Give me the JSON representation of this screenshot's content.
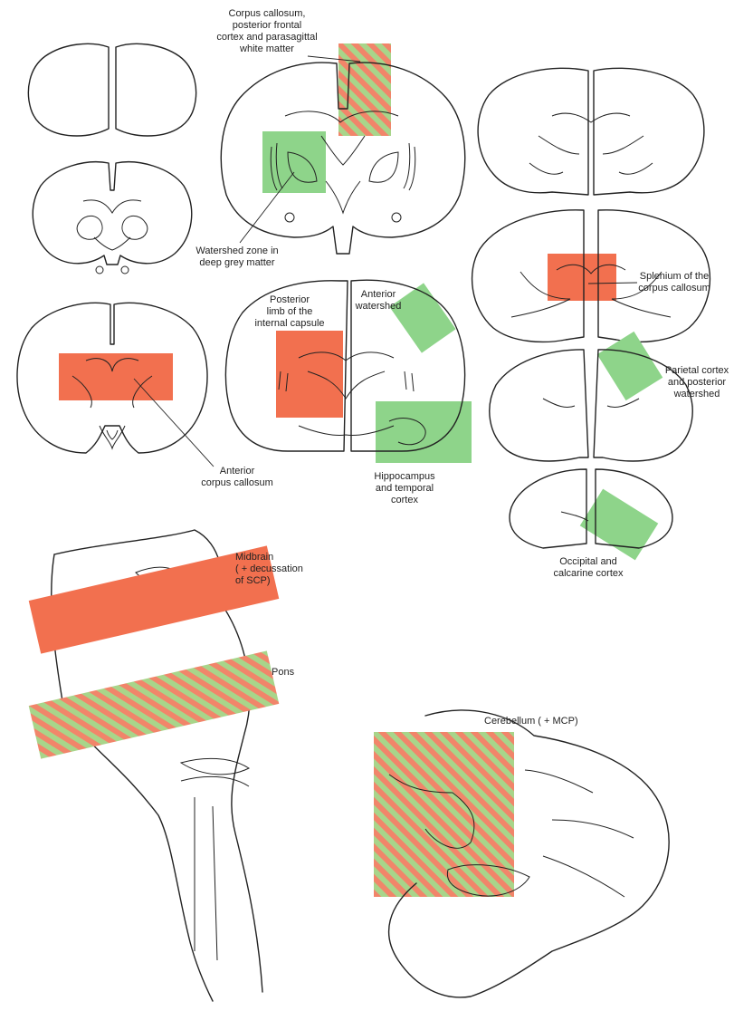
{
  "colors": {
    "red": "#f2704f",
    "green": "#8ed48a",
    "hatch_red": "#f1856a",
    "hatch_green": "#a8d58a",
    "line": "#222222"
  },
  "labels": {
    "corpus_callosum_posterior": [
      "Corpus callosum,",
      "posterior frontal",
      "cortex and parasagittal",
      "white matter"
    ],
    "watershed_deep": [
      "Watershed zone in",
      "deep grey matter"
    ],
    "splenium": [
      "Splenium of the",
      "corpus callosum"
    ],
    "posterior_limb": [
      "Posterior",
      "limb of the",
      "internal capsule"
    ],
    "anterior_watershed": [
      "Anterior",
      "watershed"
    ],
    "parietal": [
      "Parietal cortex",
      "and posterior",
      "watershed"
    ],
    "anterior_cc": [
      "Anterior",
      "corpus callosum"
    ],
    "hippocampus": [
      "Hippocampus",
      "and temporal",
      "cortex"
    ],
    "occipital": [
      "Occipital and",
      "calcarine cortex"
    ],
    "midbrain": [
      "Midbrain",
      "( + decussation",
      "of SCP)"
    ],
    "pons": [
      "Pons"
    ],
    "cerebellum": [
      "Cerebellum ( + MCP)"
    ]
  }
}
